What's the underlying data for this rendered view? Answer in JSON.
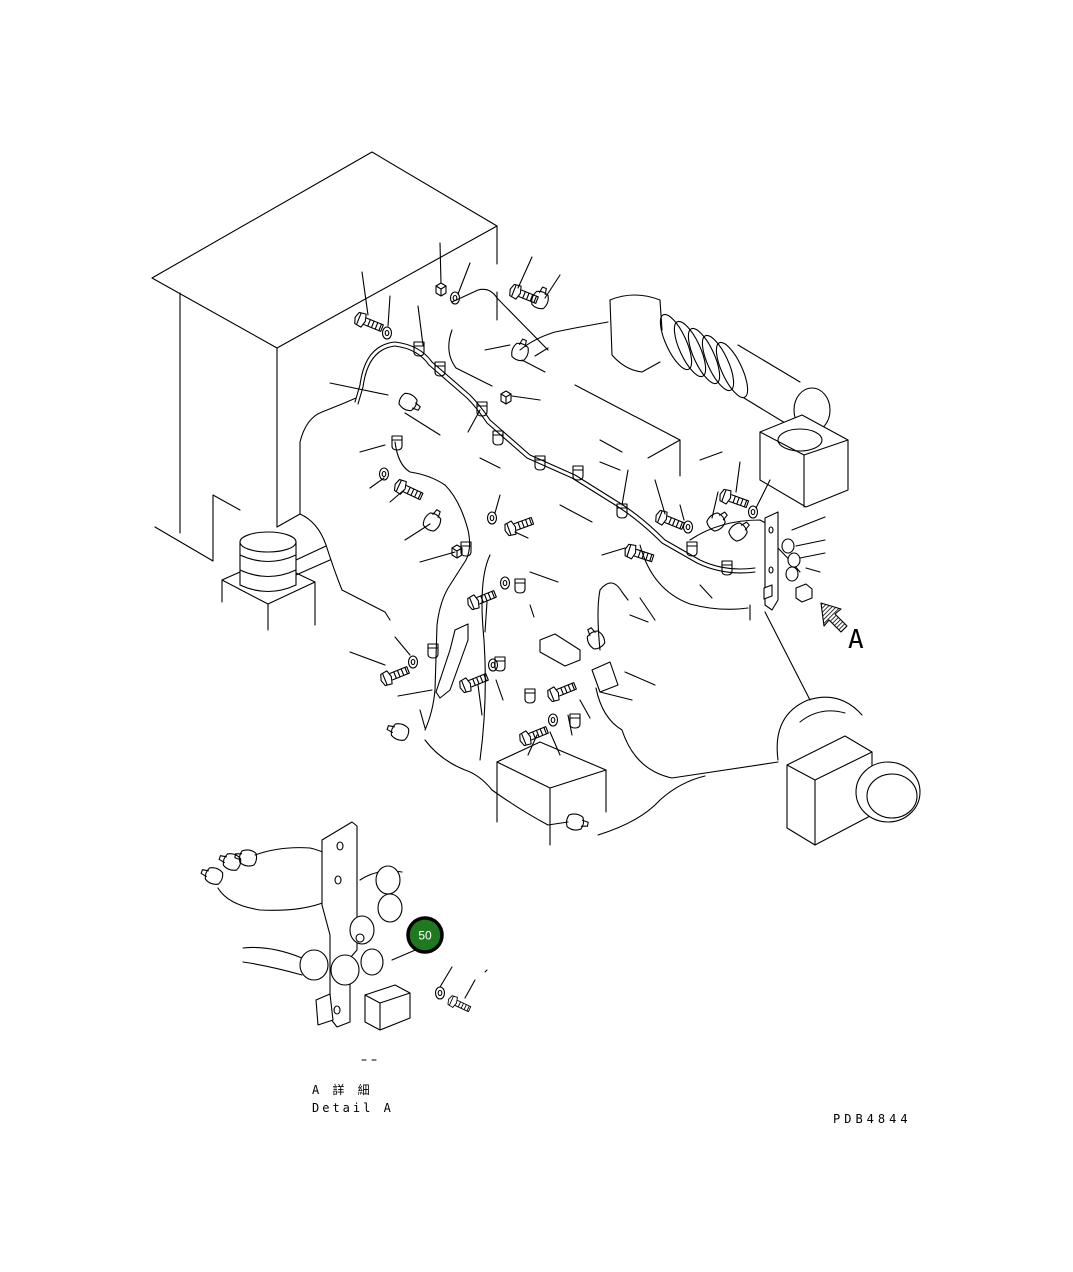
{
  "diagram": {
    "view_arrow_label": "A",
    "detail_title_jp": "A 詳 細",
    "detail_title_en": "Detail A",
    "drawing_number": "PDB4844",
    "callout_number": "50"
  },
  "colors": {
    "background": "#ffffff",
    "line": "#000000",
    "callout_fill": "#1f7a1f",
    "callout_ring": "#000000",
    "callout_text": "#ffffff"
  }
}
